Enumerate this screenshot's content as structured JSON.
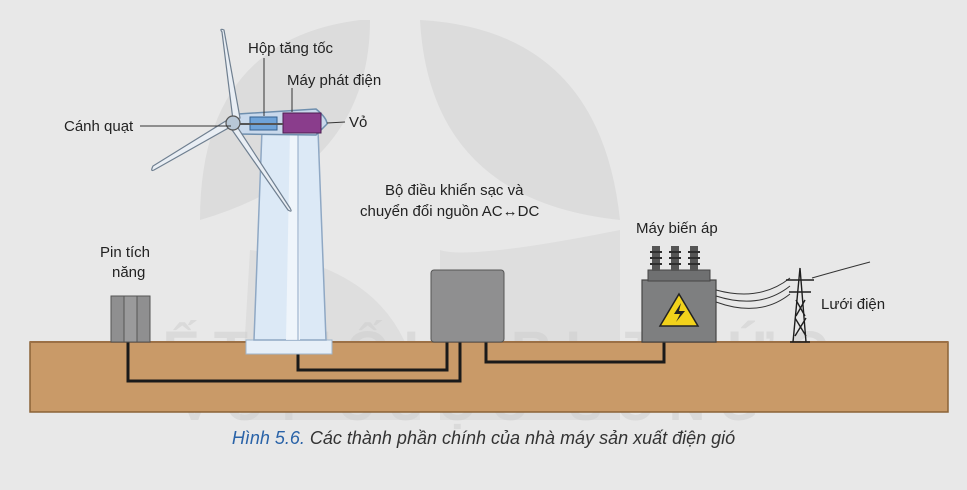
{
  "labels": {
    "gearbox": "Hộp tăng tốc",
    "generator": "Máy phát điện",
    "housing": "Vỏ",
    "blades": "Cánh quạt",
    "battery_line1": "Pin tích",
    "battery_line2": "năng",
    "controller_line1": "Bộ  điều khiển sạc và",
    "controller_line2": "chuyển đổi nguồn AC",
    "controller_arrow": "↔",
    "controller_dc": "DC",
    "transformer": "Máy biến áp",
    "grid": "Lưới điện"
  },
  "caption": {
    "figure": "Hình 5.6.",
    "text": " Các thành phần chính của nhà máy sản xuất điện gió"
  },
  "watermark": {
    "line1": "KẾT NỐI TRI THỨC",
    "line2": "VỚI CUỘC SỐNG"
  },
  "colors": {
    "ground": "#c99a68",
    "ground_edge": "#8a6237",
    "cable": "#1a1a1a",
    "tower": "#dce9f6",
    "nacelle": "#c9d9ec",
    "generator": "#8a3d8c",
    "gearbox": "#6fa3d8",
    "box_gray": "#8f8f90",
    "transformer": "#7e7f80",
    "warning": "#f2d21b"
  }
}
